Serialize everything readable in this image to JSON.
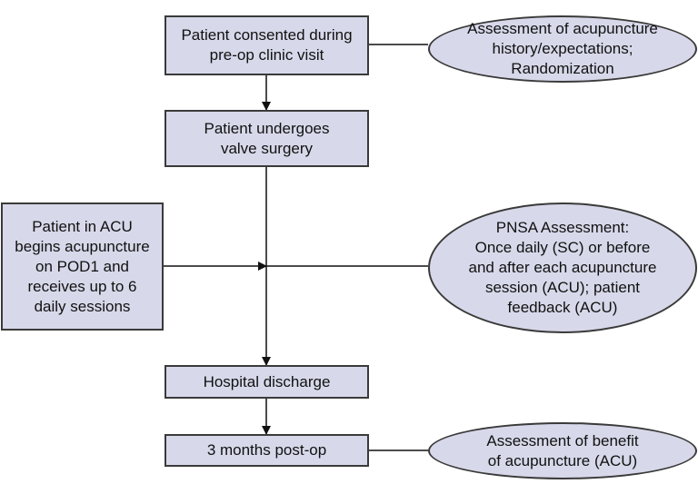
{
  "nodes": {
    "consent": "Patient consented during\npre-op clinic visit",
    "surgery": "Patient undergoes\nvalve surgery",
    "acu": "Patient in ACU\nbegins acupuncture\non POD1 and\nreceives up to 6\ndaily sessions",
    "discharge": "Hospital discharge",
    "three_months": "3 months post-op"
  },
  "ellipses": {
    "history": "Assessment of acupuncture\nhistory/expectations;\nRandomization",
    "pnsa": "PNSA Assessment:\nOnce daily (SC) or before\nand after each acupuncture\nsession (ACU); patient\nfeedback (ACU)",
    "benefit": "Assessment of benefit\nof acupuncture (ACU)"
  },
  "colors": {
    "fill": "#d7d9ea",
    "stroke": "#3a3a3a",
    "arrow": "#111111"
  }
}
